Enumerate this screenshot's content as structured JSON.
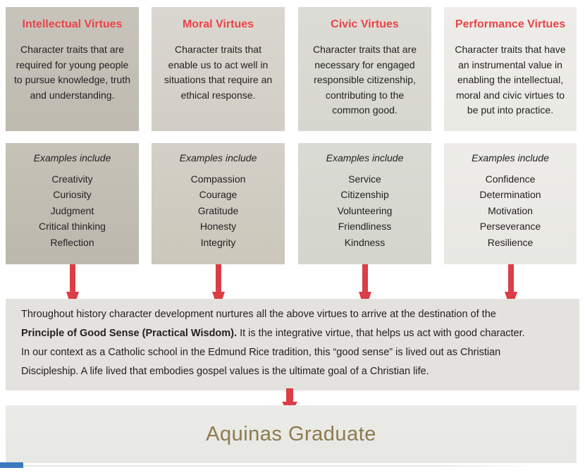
{
  "columns": [
    {
      "title": "Intellectual Virtues",
      "description": "Character traits that are required for young people to pursue knowledge, truth and understanding.",
      "examples_heading": "Examples include",
      "examples": [
        "Creativity",
        "Curiosity",
        "Judgment",
        "Critical thinking",
        "Reflection"
      ]
    },
    {
      "title": "Moral Virtues",
      "description": "Character traits that enable us to act well in situations that require an ethical response.",
      "examples_heading": "Examples include",
      "examples": [
        "Compassion",
        "Courage",
        "Gratitude",
        "Honesty",
        "Integrity"
      ]
    },
    {
      "title": "Civic Virtues",
      "description": "Character traits that are necessary for engaged responsible citizenship, contributing to the common good.",
      "examples_heading": "Examples include",
      "examples": [
        "Service",
        "Citizenship",
        "Volunteering",
        "Friendliness",
        "Kindness"
      ]
    },
    {
      "title": "Performance Virtues",
      "description": "Character traits that have an instrumental value in enabling the intellectual, moral and civic virtues to be put into practice.",
      "examples_heading": "Examples include",
      "examples": [
        "Confidence",
        "Determination",
        "Motivation",
        "Perseverance",
        "Resilience"
      ]
    }
  ],
  "summary": {
    "lines": [
      [
        {
          "text": "Throughout history character development nurtures all the above virtues to arrive at the destination of the",
          "bold": false
        }
      ],
      [
        {
          "text": "Principle of Good Sense (Practical Wisdom).",
          "bold": true
        },
        {
          "text": " It is the integrative virtue, that helps us act with good character.",
          "bold": false
        }
      ],
      [
        {
          "text": "In our context as a Catholic school in the Edmund Rice tradition, this “good sense” is lived out as Christian",
          "bold": false
        }
      ],
      [
        {
          "text": "Discipleship. A life lived that embodies gospel values is the ultimate goal of a Christian life.",
          "bold": false
        }
      ]
    ]
  },
  "footer": {
    "graduate_label": "Aquinas Graduate"
  },
  "colors": {
    "title_red": "#ec4349",
    "arrow_red": "#dc3e47",
    "body_text": "#231f20",
    "graduate_gold": "#8d7b4e",
    "intellectual_bg": "#c4bfb5",
    "moral_bg": "#d7d3cb",
    "civic_bg": "#d9dad3",
    "performance_bg": "#edece8",
    "summary_bg": "#e3e2de",
    "graduate_bg": "#eaeae7",
    "bottom_accent_blue": "#3a7abf"
  }
}
